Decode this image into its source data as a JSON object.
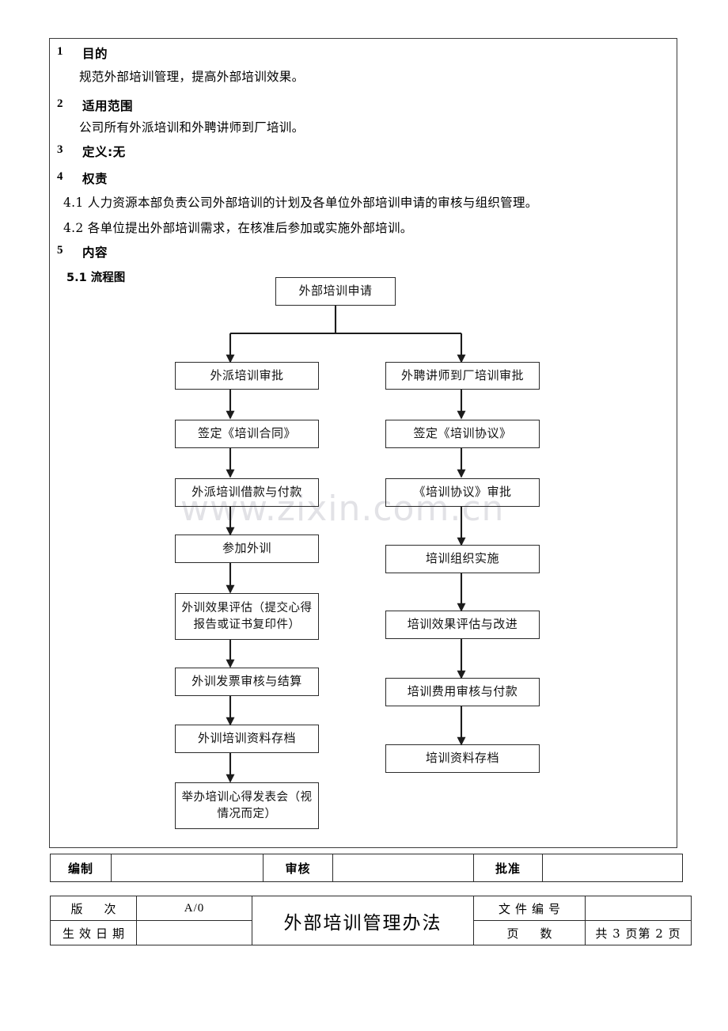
{
  "document": {
    "sections": [
      {
        "num": "1",
        "title": "目的",
        "body": [
          "规范外部培训管理，提高外部培训效果。"
        ]
      },
      {
        "num": "2",
        "title": "适用范围",
        "body": [
          "公司所有外派培训和外聘讲师到厂培训。"
        ]
      },
      {
        "num": "3",
        "title": "定义:无",
        "body": []
      },
      {
        "num": "4",
        "title": "权责",
        "body": [
          "4.1 人力资源本部负责公司外部培训的计划及各单位外部培训申请的审核与组织管理。",
          "4.2 各单位提出外部培训需求，在核准后参加或实施外部培训。"
        ]
      },
      {
        "num": "5",
        "title": "内容",
        "body": []
      }
    ],
    "subheading": "5.1 流程图",
    "watermark": "www.zixin.com.cn"
  },
  "flowchart": {
    "start": "外部培训申请",
    "left_branch": [
      "外派培训审批",
      "签定《培训合同》",
      "外派培训借款与付款",
      "参加外训",
      "外训效果评估（提交心得报告或证书复印件）",
      "外训发票审核与结算",
      "外训培训资料存档",
      "举办培训心得发表会（视情况而定）"
    ],
    "right_branch": [
      "外聘讲师到厂培训审批",
      "签定《培训协议》",
      "《培训协议》审批",
      "培训组织实施",
      "培训效果评估与改进",
      "培训费用审核与付款",
      "培训资料存档"
    ]
  },
  "approval_table": {
    "prepared_label": "编制",
    "prepared_value": "",
    "reviewed_label": "审核",
    "reviewed_value": "",
    "approved_label": "批准",
    "approved_value": ""
  },
  "footer_table": {
    "version_label": "版　次",
    "version_value": "A/0",
    "effective_date_label": "生效日期",
    "effective_date_value": "",
    "doc_title": "外部培训管理办法",
    "doc_number_label": "文件编号",
    "doc_number_value": "",
    "page_count_label": "页　数",
    "page_count_value": "共 3 页第 2 页"
  }
}
